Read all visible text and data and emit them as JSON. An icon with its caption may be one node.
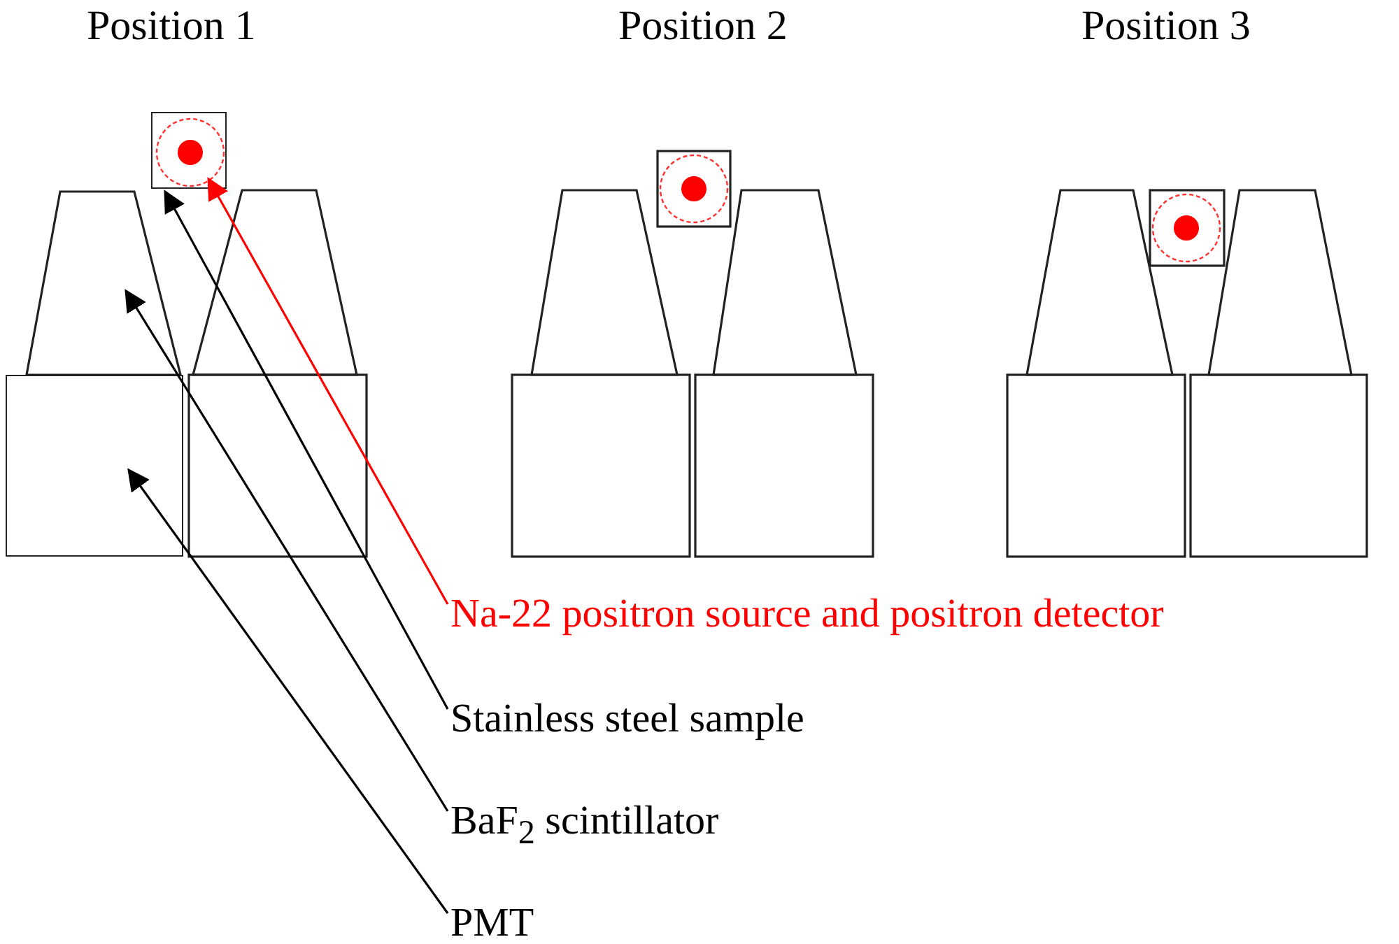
{
  "diagram": {
    "nodes": [
      {
        "text": [],
        "shape": "box"
      },
      {
        "text": [],
        "shape": "circle",
        "in": 0
      },
      {
        "text": [],
        "shape": "trapezoid"
      },
      {
        "text": [],
        "shape": "box"
      },
      {
        "text": [
          "Na-22 positron source and positron detector"
        ]
      },
      {
        "text": [
          "Stainless steel sample"
        ]
      },
      {
        "text": [
          "BaF$_{2}$ scintillator"
        ]
      },
      {
        "text": [
          "PMT"
        ]
      }
    ],
    "edges": [
      {
        "from": 4,
        "to": 1,
        "arrow": "to",
        "color": "#ff0000"
      },
      {
        "from": 5,
        "to": 0,
        "arrow": "to"
      },
      {
        "from": 6,
        "to": 2,
        "arrow": "to"
      },
      {
        "from": 7,
        "to": 3,
        "arrow": "to"
      }
    ],
    "labels": [
      "Position 1",
      "Position 2",
      "Position 3"
    ]
  }
}
